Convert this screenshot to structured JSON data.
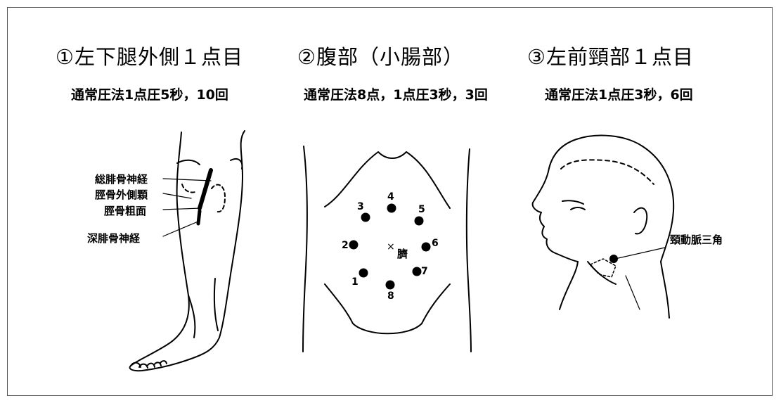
{
  "panels": [
    {
      "title": "①左下腿外側１点目",
      "subtitle": "通常圧法1点圧5秒，10回",
      "labels": [
        "総腓骨神経",
        "脛骨外側顆",
        "脛骨粗面",
        "深腓骨神経"
      ]
    },
    {
      "title": "②腹部（小腸部）",
      "subtitle": "通常圧法8点，1点圧3秒，3回",
      "navel_label": "臍",
      "points": [
        "1",
        "2",
        "3",
        "4",
        "5",
        "6",
        "7",
        "8"
      ]
    },
    {
      "title": "③左前頸部１点目",
      "subtitle": "通常圧法1点圧3秒，6回",
      "labels": [
        "頸動脈三角"
      ]
    }
  ]
}
